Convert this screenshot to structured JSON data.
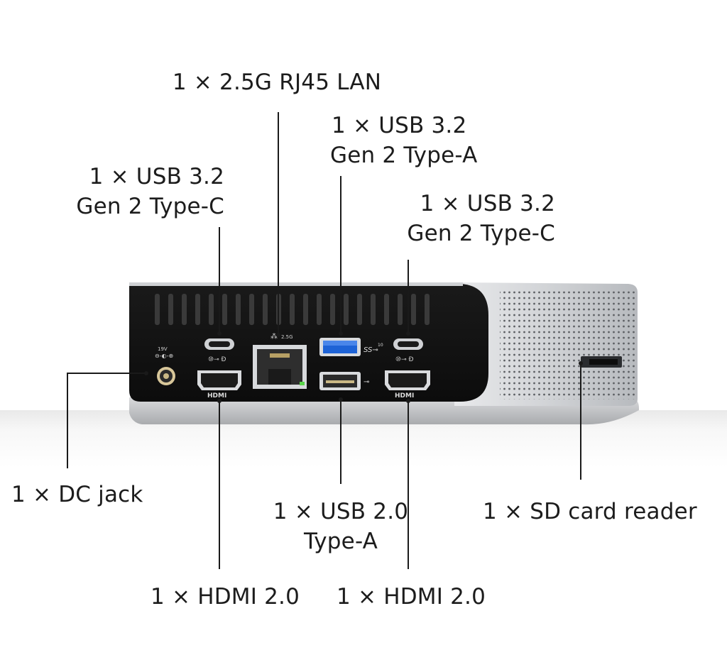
{
  "labels": {
    "lan": "1 × 2.5G RJ45 LAN",
    "usb_a_top": {
      "line1": "1 × USB 3.2",
      "line2": "Gen 2 Type-A"
    },
    "usb_c_left": {
      "line1": "1 × USB 3.2",
      "line2": "Gen 2 Type-C"
    },
    "usb_c_right": {
      "line1": "1 × USB 3.2",
      "line2": "Gen 2 Type-C"
    },
    "dc_jack": "1 × DC jack",
    "usb2": {
      "line1": "1 × USB 2.0",
      "line2": "Type-A"
    },
    "sd_card": "1 × SD card reader",
    "hdmi_left": "1 × HDMI 2.0",
    "hdmi_right": "1 × HDMI 2.0"
  },
  "port_markings": {
    "dc_voltage": "19V",
    "lan_speed": "2.5G",
    "usb3_speed": "10",
    "hdmi_left": "HDMI",
    "hdmi_right": "HDMI"
  },
  "colors": {
    "background": "#ffffff",
    "chassis_black": "#141414",
    "chassis_silver": "#c9cbce",
    "usb3_blue": "#1e63d6",
    "leader_line": "#1a1a1a"
  }
}
